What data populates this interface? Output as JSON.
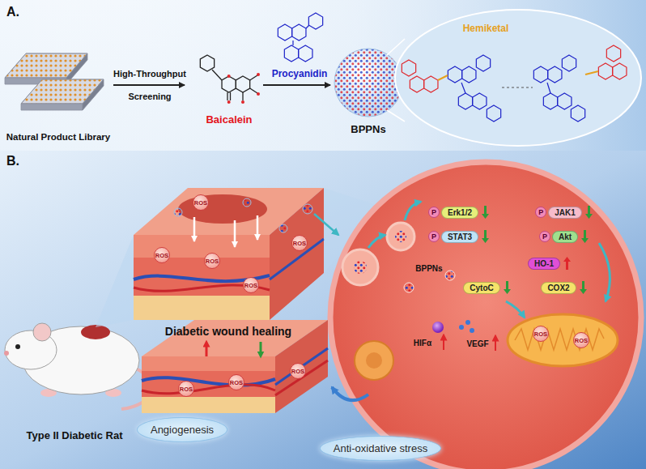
{
  "diagram": {
    "nodes": [
      {
        "text": [
          "P",
          "Erk1/2"
        ]
      },
      {
        "text": [
          "P",
          "JAK1"
        ]
      },
      {
        "text": [
          "P",
          "STAT3"
        ]
      },
      {
        "text": [
          "P",
          "Akt"
        ]
      },
      {
        "text": [
          "HO-1"
        ]
      },
      {
        "text": [
          "CytoC"
        ]
      },
      {
        "text": [
          "COX2"
        ]
      },
      {
        "text": [
          "Angiogenesis"
        ]
      },
      {
        "text": [
          "Anti-oxidative stress"
        ]
      }
    ],
    "labels": [
      "A.",
      "High-Throughput",
      "Screening",
      "Baicalein",
      "Procyanidin",
      "BPPNs",
      "Hemiketal",
      "Natural Product Library",
      "B.",
      "ROS",
      "ROS",
      "ROS",
      "ROS",
      "ROS",
      "BPPNs",
      "HIFα",
      "VEGF",
      "ROS",
      "ROS",
      "Diabetic wound healing",
      "ROS",
      "ROS",
      "ROS",
      "Type II Diabetic Rat"
    ]
  }
}
